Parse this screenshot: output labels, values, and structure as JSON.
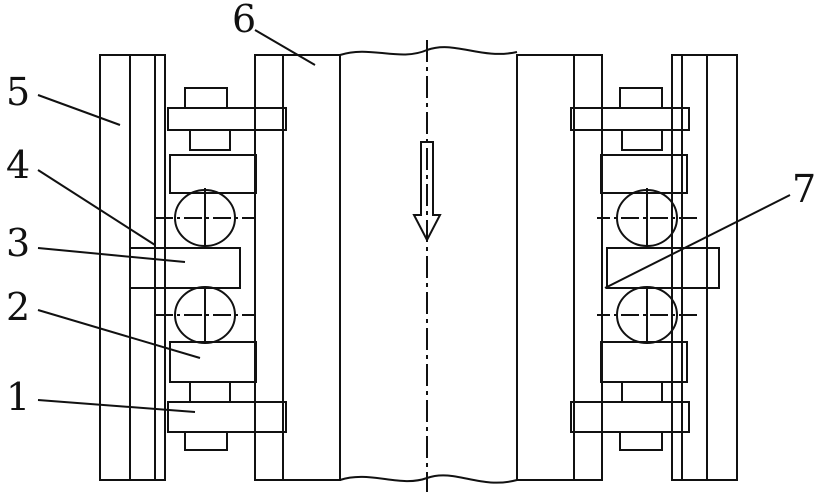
{
  "diagram": {
    "callouts": [
      {
        "id": "1",
        "text": "1"
      },
      {
        "id": "2",
        "text": "2"
      },
      {
        "id": "3",
        "text": "3"
      },
      {
        "id": "4",
        "text": "4"
      },
      {
        "id": "5",
        "text": "5"
      },
      {
        "id": "6",
        "text": "6"
      },
      {
        "id": "7",
        "text": "7"
      }
    ],
    "colors": {
      "ink": "#111111",
      "background": "#ffffff"
    },
    "flow_arrow": "down-arrow-icon"
  }
}
